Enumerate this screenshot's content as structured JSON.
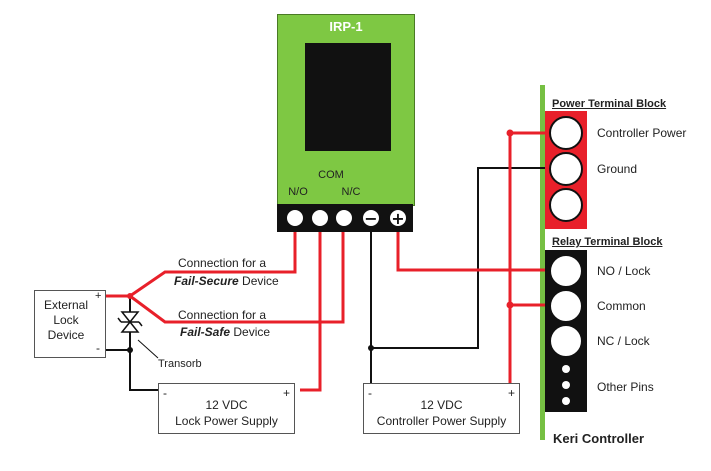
{
  "irp": {
    "title": "IRP-1",
    "com_label": "COM",
    "no_label": "N/O",
    "nc_label": "N/C",
    "minus_glyph": "−",
    "plus_glyph": "+"
  },
  "external_lock": {
    "line1": "External",
    "line2": "Lock",
    "line3": "Device",
    "plus": "+",
    "minus": "-"
  },
  "connections": {
    "fail_secure_line1": "Connection for a",
    "fail_secure_em": "Fail-Secure",
    "fail_secure_tail": "Device",
    "fail_safe_line1": "Connection for a",
    "fail_safe_em": "Fail-Safe",
    "fail_safe_tail": "Device",
    "transorb": "Transorb"
  },
  "lock_psu": {
    "line1": "12 VDC",
    "line2": "Lock Power Supply",
    "minus": "-",
    "plus": "+"
  },
  "controller_psu": {
    "line1": "12 VDC",
    "line2": "Controller Power Supply",
    "minus": "-",
    "plus": "+"
  },
  "power_block": {
    "title": "Power Terminal Block",
    "pins": [
      "Controller Power",
      "Ground"
    ]
  },
  "relay_block": {
    "title": "Relay Terminal Block",
    "pins": [
      "NO / Lock",
      "Common",
      "NC / Lock",
      "Other Pins"
    ]
  },
  "controller": {
    "title": "Keri Controller"
  },
  "colors": {
    "wire_red": "#e8202a",
    "wire_black": "#111111",
    "irp_green": "#7ec843",
    "keri_green": "#76c043",
    "block_red": "#e8202a"
  }
}
